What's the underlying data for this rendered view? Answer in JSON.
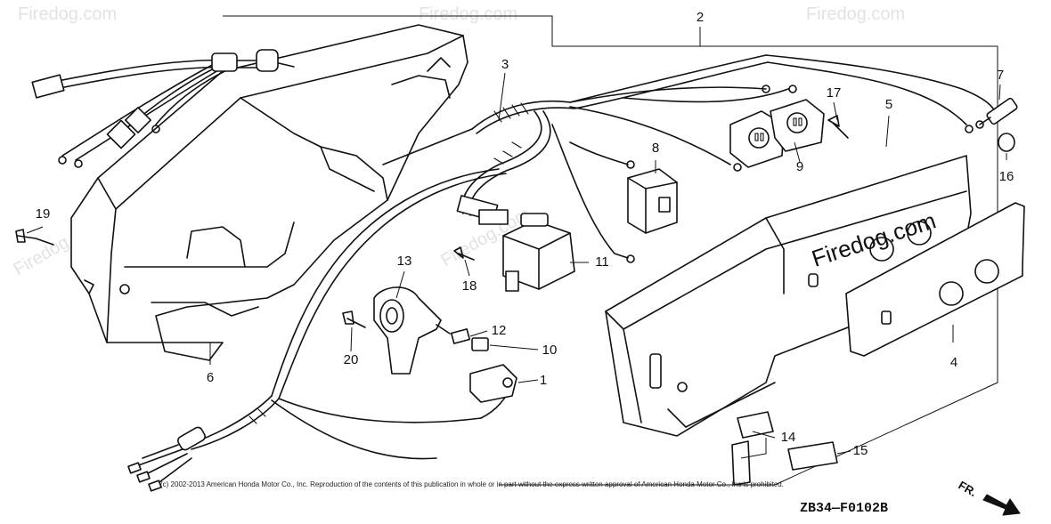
{
  "callouts": [
    {
      "id": "1",
      "label": "1"
    },
    {
      "id": "2",
      "label": "2"
    },
    {
      "id": "3",
      "label": "3"
    },
    {
      "id": "4",
      "label": "4"
    },
    {
      "id": "5",
      "label": "5"
    },
    {
      "id": "6",
      "label": "6"
    },
    {
      "id": "7",
      "label": "7"
    },
    {
      "id": "8",
      "label": "8"
    },
    {
      "id": "9",
      "label": "9"
    },
    {
      "id": "10",
      "label": "10"
    },
    {
      "id": "11",
      "label": "11"
    },
    {
      "id": "12",
      "label": "12"
    },
    {
      "id": "13",
      "label": "13"
    },
    {
      "id": "14",
      "label": "14"
    },
    {
      "id": "15",
      "label": "15"
    },
    {
      "id": "16",
      "label": "16"
    },
    {
      "id": "17",
      "label": "17"
    },
    {
      "id": "18",
      "label": "18"
    },
    {
      "id": "19",
      "label": "19"
    },
    {
      "id": "20",
      "label": "20"
    }
  ],
  "watermark": {
    "panel_text": "Firedog.com",
    "ghost_text": "Firedog.com"
  },
  "copyright": "(c) 2002-2013 American Honda Motor Co., Inc. Reproduction of the contents of this publication in whole or in part without the express written approval of American Honda Motor Co., Inc is prohibited.",
  "diagram_code": "ZB34—F0102B",
  "direction_label": "FR."
}
